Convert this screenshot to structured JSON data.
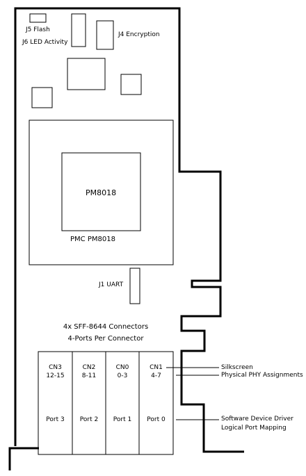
{
  "components": {
    "j5": "J5  Flash",
    "j6": "J6  LED  Activity",
    "j4": "J4  Encryption",
    "j1": "J1  UART",
    "chip_inner": "PM8018",
    "chip_outer": "PMC  PM8018"
  },
  "connectors": {
    "heading_line1": "4x  SFF-8644  Connectors",
    "heading_line2": "4-Ports  Per  Connector",
    "items": [
      {
        "silkscreen": "CN3",
        "phy": "12-15",
        "port": "Port  3"
      },
      {
        "silkscreen": "CN2",
        "phy": "8-11",
        "port": "Port  2"
      },
      {
        "silkscreen": "CN0",
        "phy": "0-3",
        "port": "Port  1"
      },
      {
        "silkscreen": "CN1",
        "phy": "4-7",
        "port": "Port  0"
      }
    ]
  },
  "callouts": {
    "silkscreen": "Silkscreen",
    "phy": "Physical  PHY  Assignments",
    "driver_line1": "Software  Device  Driver",
    "driver_line2": "Logical  Port  Mapping"
  }
}
